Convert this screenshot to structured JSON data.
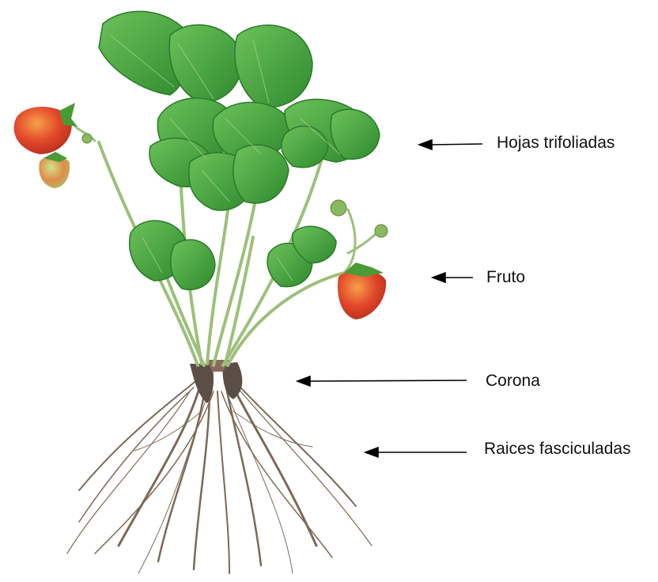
{
  "labels": {
    "hojas": "Hojas trifoliadas",
    "fruto": "Fruto",
    "corona": "Corona",
    "raices": "Raices fasciculadas"
  },
  "colors": {
    "leaf": "#3f9e3a",
    "leaf_light": "#6cc25a",
    "leaf_dark": "#2b7a2a",
    "stem": "#9cc07a",
    "fruit": "#e0472b",
    "fruit_light": "#f4a24a",
    "root": "#7a6a55",
    "crown": "#5a4e46",
    "arrow": "#000000"
  },
  "icons": [
    "strawberry-plant-illustration",
    "arrow-left-icon"
  ]
}
